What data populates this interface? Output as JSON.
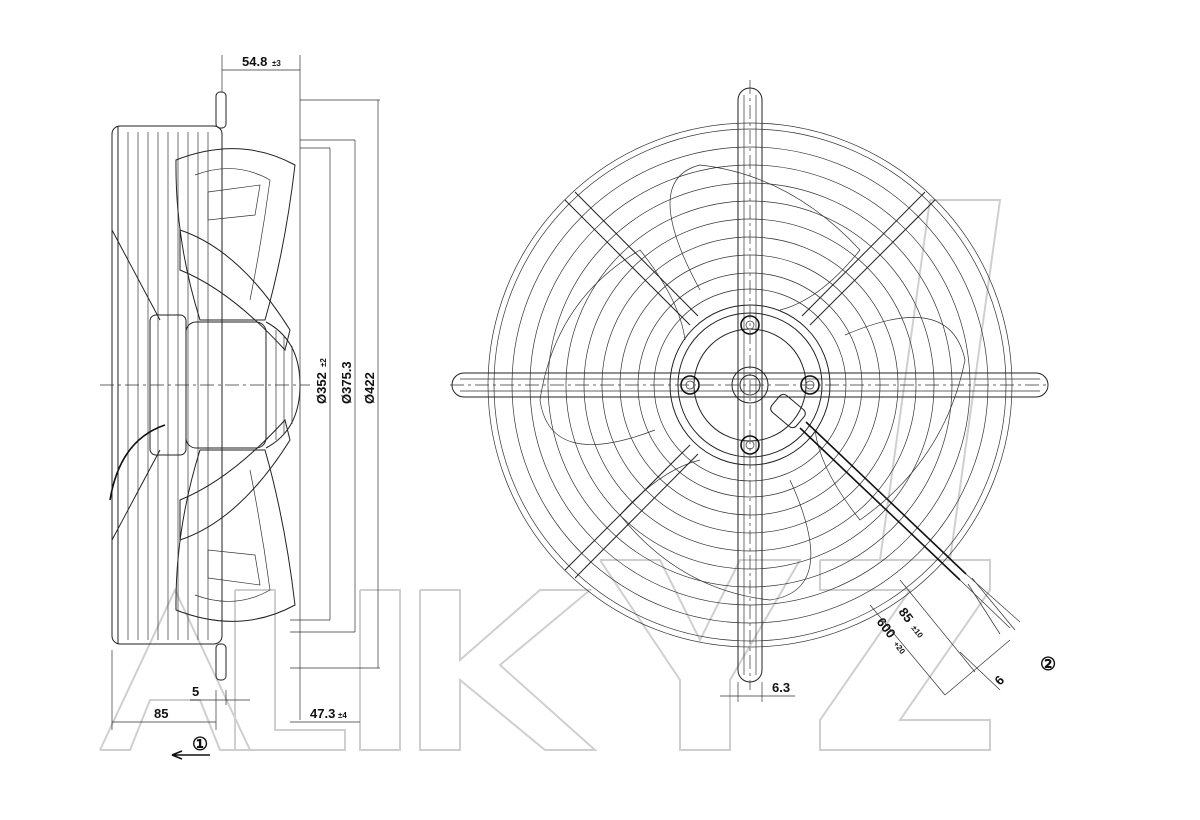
{
  "dimensions": {
    "top_offset": "54.8",
    "top_offset_tol": "±3",
    "dia_352": "Ø352",
    "dia_352_tol": "±2",
    "dia_375": "Ø375.3",
    "dia_422": "Ø422",
    "d5": "5",
    "d85": "85",
    "d47": "47.3",
    "d47_tol": "±4",
    "d63": "6.3",
    "cable_85": "85",
    "cable_85_tol": "±10",
    "cable_600": "600",
    "cable_600_tol": "+20",
    "d6": "6"
  },
  "markers": {
    "airflow": "①",
    "cable": "②"
  },
  "colors": {
    "line": "#222222",
    "watermark": "#cfcfcf"
  }
}
